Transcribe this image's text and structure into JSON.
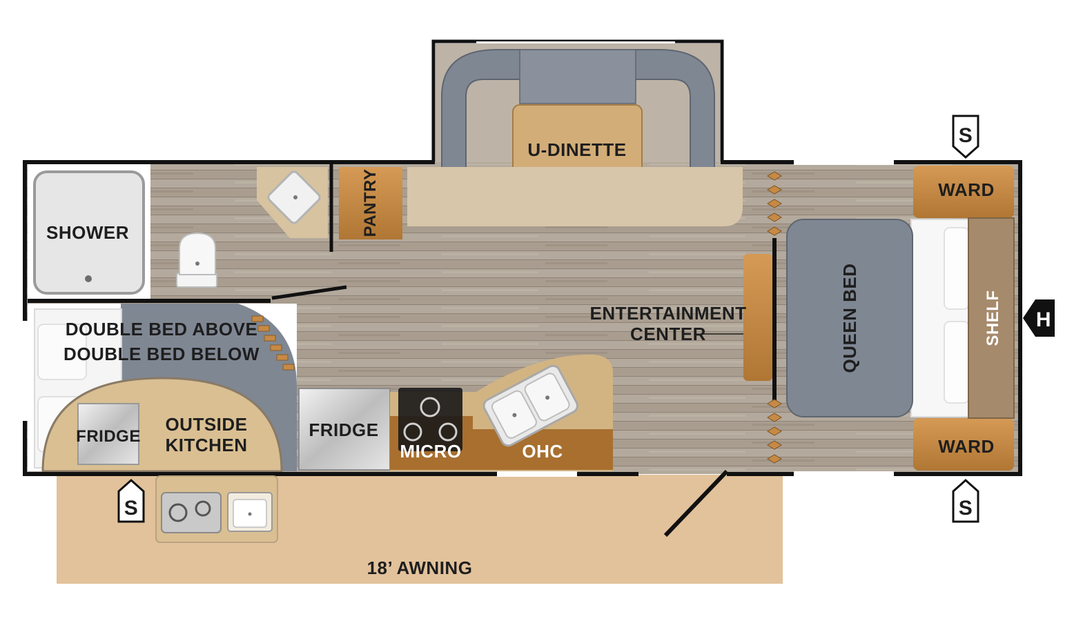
{
  "labels": {
    "u_dinette": "U-DINETTE",
    "shower": "SHOWER",
    "pantry": "PANTRY",
    "ward_top": "WARD",
    "ward_bottom": "WARD",
    "queen_bed": "QUEEN BED",
    "shelf": "SHELF",
    "entertainment_line1": "ENTERTAINMENT",
    "entertainment_line2": "CENTER",
    "double_bed_above": "DOUBLE BED ABOVE",
    "double_bed_below": "DOUBLE BED BELOW",
    "fridge_outside": "FRIDGE",
    "outside_kitchen_line1": "OUTSIDE",
    "outside_kitchen_line2": "KITCHEN",
    "fridge_main": "FRIDGE",
    "micro": "MICRO",
    "ohc": "OHC",
    "awning": "18’ AWNING"
  },
  "markers": {
    "speaker_top": "S",
    "speaker_bottom_left": "S",
    "speaker_bottom_right": "S",
    "hitch": "H"
  },
  "colors": {
    "wall": "#111111",
    "floor": "#a59a8c",
    "cabinet": "#c68a45",
    "upholstery": "#7f8793",
    "tan_counter": "#d9bf92",
    "awning": "#e2c29b"
  }
}
